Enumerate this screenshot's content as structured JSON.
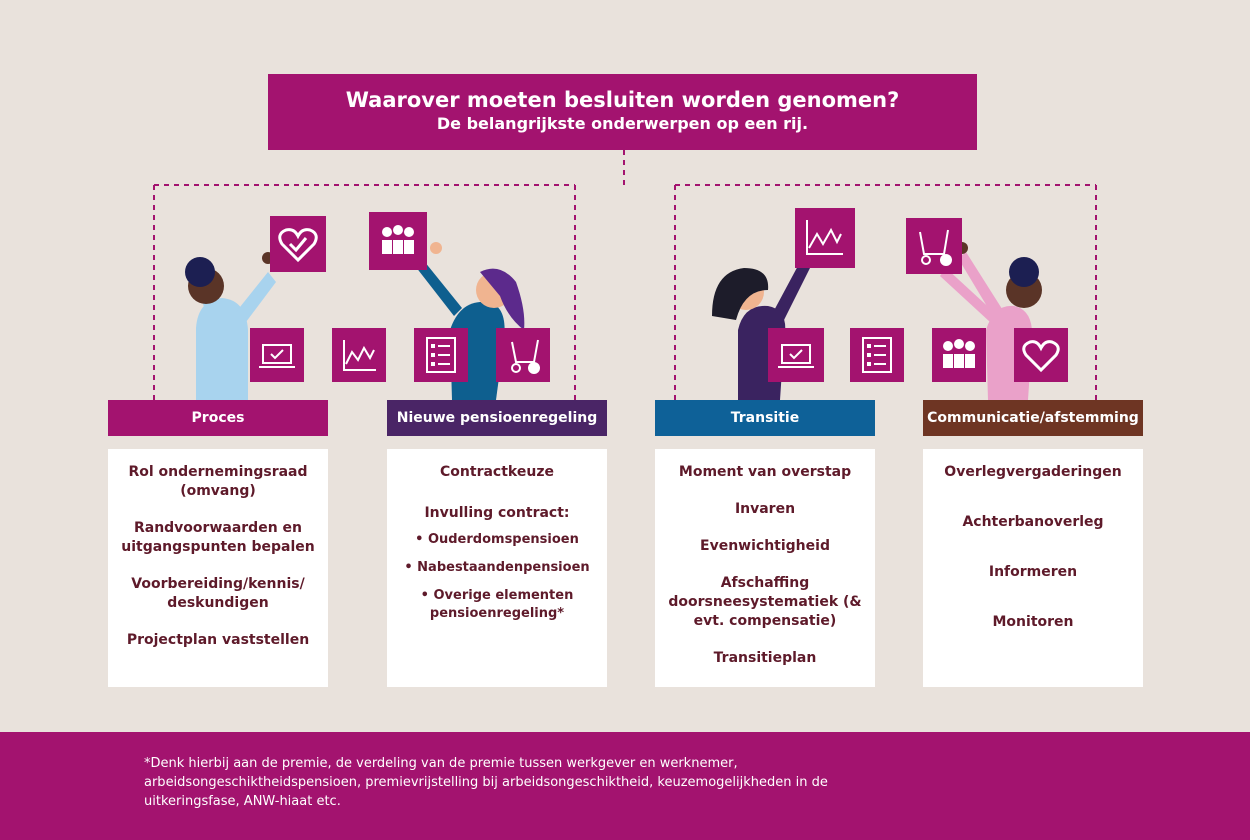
{
  "header": {
    "title": "Waarover moeten besluiten worden genomen?",
    "subtitle": "De belangrijkste onderwerpen op een rij."
  },
  "columns": [
    {
      "title": "Proces",
      "color": "#a3136f",
      "items": [
        "Rol ondernemingsraad (omvang)",
        "Randvoorwaarden en uitgangspunten bepalen",
        "Voorbereiding/kennis/ deskundigen",
        "Projectplan vaststellen"
      ]
    },
    {
      "title": "Nieuwe pensioenregeling",
      "color": "#4a2566",
      "items": [
        "Contractkeuze",
        "Invulling contract:"
      ],
      "bullets": [
        "• Ouderdomspensioen",
        "• Nabestaandenpensioen",
        "• Overige elementen pensioenregeling*"
      ]
    },
    {
      "title": "Transitie",
      "color": "#0e6198",
      "items": [
        "Moment van overstap",
        "Invaren",
        "Evenwichtigheid",
        "Afschaffing doorsneesystematiek (& evt. compensatie)",
        "Transitieplan"
      ]
    },
    {
      "title": "Communicatie/afstemming",
      "color": "#6e3523",
      "items": [
        "Overlegvergaderingen",
        "Achterbanoverleg",
        "Informeren",
        "Monitoren"
      ]
    }
  ],
  "footer": {
    "note": "*Denk hierbij aan de premie, de verdeling van de premie tussen werkgever en werknemer, arbeidsongeschiktheidspensioen, premievrijstelling bij arbeidsongeschiktheid, keuzemogelijkheden in de uitkeringsfase, ANW-hiaat etc."
  },
  "icons": [
    "heart-icon",
    "group-icon",
    "laptop-icon",
    "line-chart-icon",
    "checklist-icon",
    "wheelchair-icon"
  ],
  "colors": {
    "brand": "#a3136f",
    "background": "#e9e2dc"
  }
}
